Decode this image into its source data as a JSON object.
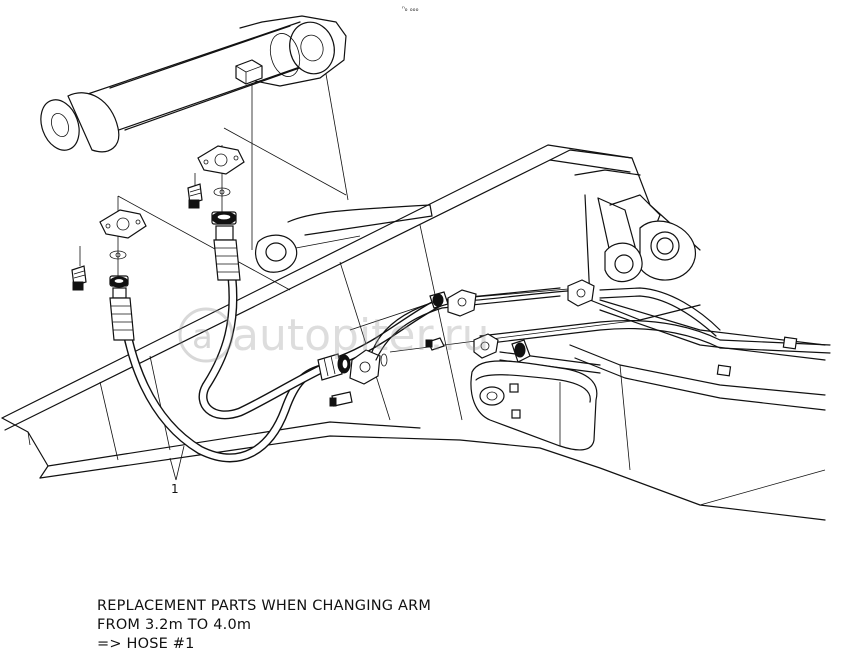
{
  "diagram": {
    "part_callout": "1",
    "corner_mark": "ⁿₒ ₒₒₒ",
    "watermark": "autopiter.ru"
  },
  "caption": {
    "line1": "REPLACEMENT PARTS WHEN CHANGING ARM",
    "line2": "FROM 3.2m TO 4.0m",
    "line3": "=> HOSE #1"
  }
}
